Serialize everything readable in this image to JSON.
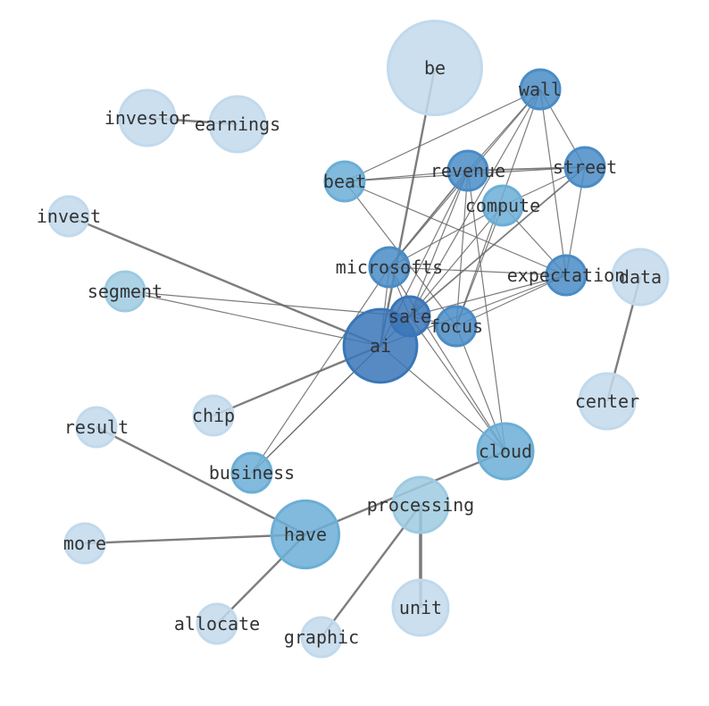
{
  "colors": {
    "lightest": "#c2d9ec",
    "light": "#9ecae1",
    "mid": "#6baed6",
    "dark": "#4a8cc6",
    "darkest": "#3a76b8",
    "edge": "#666666"
  },
  "nodes": [
    {
      "id": "be",
      "label": "be",
      "shade": "lightest",
      "size": 3
    },
    {
      "id": "wall",
      "label": "wall",
      "shade": "dark",
      "size": 1
    },
    {
      "id": "investor",
      "label": "investor",
      "shade": "lightest",
      "size": 2
    },
    {
      "id": "earnings",
      "label": "earnings",
      "shade": "lightest",
      "size": 2
    },
    {
      "id": "beat",
      "label": "beat",
      "shade": "mid",
      "size": 1
    },
    {
      "id": "revenue",
      "label": "revenue",
      "shade": "dark",
      "size": 1
    },
    {
      "id": "street",
      "label": "street",
      "shade": "dark",
      "size": 1
    },
    {
      "id": "invest",
      "label": "invest",
      "shade": "lightest",
      "size": 1
    },
    {
      "id": "compute",
      "label": "compute",
      "shade": "mid",
      "size": 1
    },
    {
      "id": "microsofts",
      "label": "microsofts",
      "shade": "dark",
      "size": 1
    },
    {
      "id": "expectation",
      "label": "expectation",
      "shade": "dark",
      "size": 1
    },
    {
      "id": "data",
      "label": "data",
      "shade": "lightest",
      "size": 2
    },
    {
      "id": "segment",
      "label": "segment",
      "shade": "light",
      "size": 1
    },
    {
      "id": "sale",
      "label": "sale",
      "shade": "darkest",
      "size": 1
    },
    {
      "id": "focus",
      "label": "focus",
      "shade": "dark",
      "size": 1
    },
    {
      "id": "ai",
      "label": "ai",
      "shade": "darkest",
      "size": 2.6
    },
    {
      "id": "chip",
      "label": "chip",
      "shade": "lightest",
      "size": 1
    },
    {
      "id": "center",
      "label": "center",
      "shade": "lightest",
      "size": 2
    },
    {
      "id": "result",
      "label": "result",
      "shade": "lightest",
      "size": 1
    },
    {
      "id": "cloud",
      "label": "cloud",
      "shade": "mid",
      "size": 2
    },
    {
      "id": "business",
      "label": "business",
      "shade": "mid",
      "size": 1
    },
    {
      "id": "processing",
      "label": "processing",
      "shade": "light",
      "size": 2
    },
    {
      "id": "have",
      "label": "have",
      "shade": "mid",
      "size": 2.4
    },
    {
      "id": "more",
      "label": "more",
      "shade": "lightest",
      "size": 1
    },
    {
      "id": "unit",
      "label": "unit",
      "shade": "lightest",
      "size": 2
    },
    {
      "id": "allocate",
      "label": "allocate",
      "shade": "lightest",
      "size": 1
    },
    {
      "id": "graphic",
      "label": "graphic",
      "shade": "lightest",
      "size": 1
    }
  ],
  "edges": [
    [
      "be",
      "ai",
      2
    ],
    [
      "investor",
      "earnings",
      2
    ],
    [
      "invest",
      "ai",
      2
    ],
    [
      "ai",
      "chip",
      2
    ],
    [
      "result",
      "have",
      2
    ],
    [
      "more",
      "have",
      2
    ],
    [
      "have",
      "allocate",
      2
    ],
    [
      "have",
      "cloud",
      2
    ],
    [
      "processing",
      "unit",
      3
    ],
    [
      "processing",
      "graphic",
      2
    ],
    [
      "data",
      "center",
      2
    ],
    [
      "wall",
      "beat",
      1
    ],
    [
      "wall",
      "revenue",
      1
    ],
    [
      "wall",
      "microsofts",
      1
    ],
    [
      "wall",
      "sale",
      1
    ],
    [
      "wall",
      "expectation",
      1
    ],
    [
      "wall",
      "street",
      1
    ],
    [
      "wall",
      "focus",
      1
    ],
    [
      "revenue",
      "beat",
      1
    ],
    [
      "revenue",
      "street",
      1.5
    ],
    [
      "beat",
      "street",
      1
    ],
    [
      "revenue",
      "microsofts",
      1.5
    ],
    [
      "revenue",
      "sale",
      1
    ],
    [
      "revenue",
      "ai",
      1
    ],
    [
      "revenue",
      "focus",
      1
    ],
    [
      "revenue",
      "cloud",
      1
    ],
    [
      "street",
      "sale",
      1.5
    ],
    [
      "street",
      "expectation",
      1
    ],
    [
      "street",
      "compute",
      1
    ],
    [
      "beat",
      "expectation",
      1
    ],
    [
      "beat",
      "focus",
      1
    ],
    [
      "compute",
      "microsofts",
      1
    ],
    [
      "compute",
      "sale",
      1
    ],
    [
      "compute",
      "expectation",
      1
    ],
    [
      "compute",
      "focus",
      1
    ],
    [
      "microsofts",
      "expectation",
      1
    ],
    [
      "microsofts",
      "ai",
      1
    ],
    [
      "microsofts",
      "sale",
      1
    ],
    [
      "microsofts",
      "cloud",
      1
    ],
    [
      "microsofts",
      "business",
      1
    ],
    [
      "expectation",
      "sale",
      1
    ],
    [
      "expectation",
      "focus",
      1
    ],
    [
      "expectation",
      "ai",
      1
    ],
    [
      "segment",
      "sale",
      1
    ],
    [
      "segment",
      "ai",
      1
    ],
    [
      "sale",
      "cloud",
      1
    ],
    [
      "sale",
      "focus",
      1
    ],
    [
      "sale",
      "business",
      1
    ],
    [
      "ai",
      "cloud",
      1
    ],
    [
      "ai",
      "business",
      1
    ],
    [
      "focus",
      "cloud",
      1
    ]
  ]
}
